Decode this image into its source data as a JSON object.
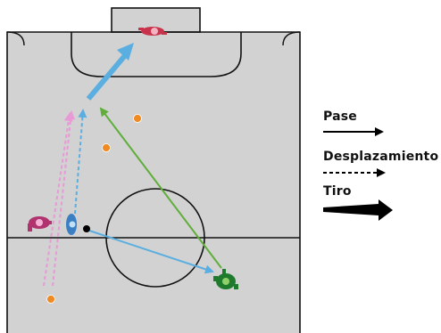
{
  "legend": {
    "pase_label": "Pase",
    "desplazamiento_label": "Desplazamiento",
    "tiro_label": "Tiro"
  },
  "colors": {
    "court": "#d2d2d2",
    "lines": "#111111",
    "pass_arrow": "#5aaee0",
    "diagonal_arrow": "#5fae3a",
    "move_pink": "#e79ad6",
    "cone": "#f08a24",
    "player_magenta": "#b0326e",
    "player_blue": "#3a7fc4",
    "player_green": "#1e7a2c",
    "goalkeeper_red": "#c8324a"
  },
  "icons": [
    "goalkeeper-icon",
    "attacker-icon",
    "ball-icon",
    "cone-icon",
    "receiver-icon"
  ]
}
